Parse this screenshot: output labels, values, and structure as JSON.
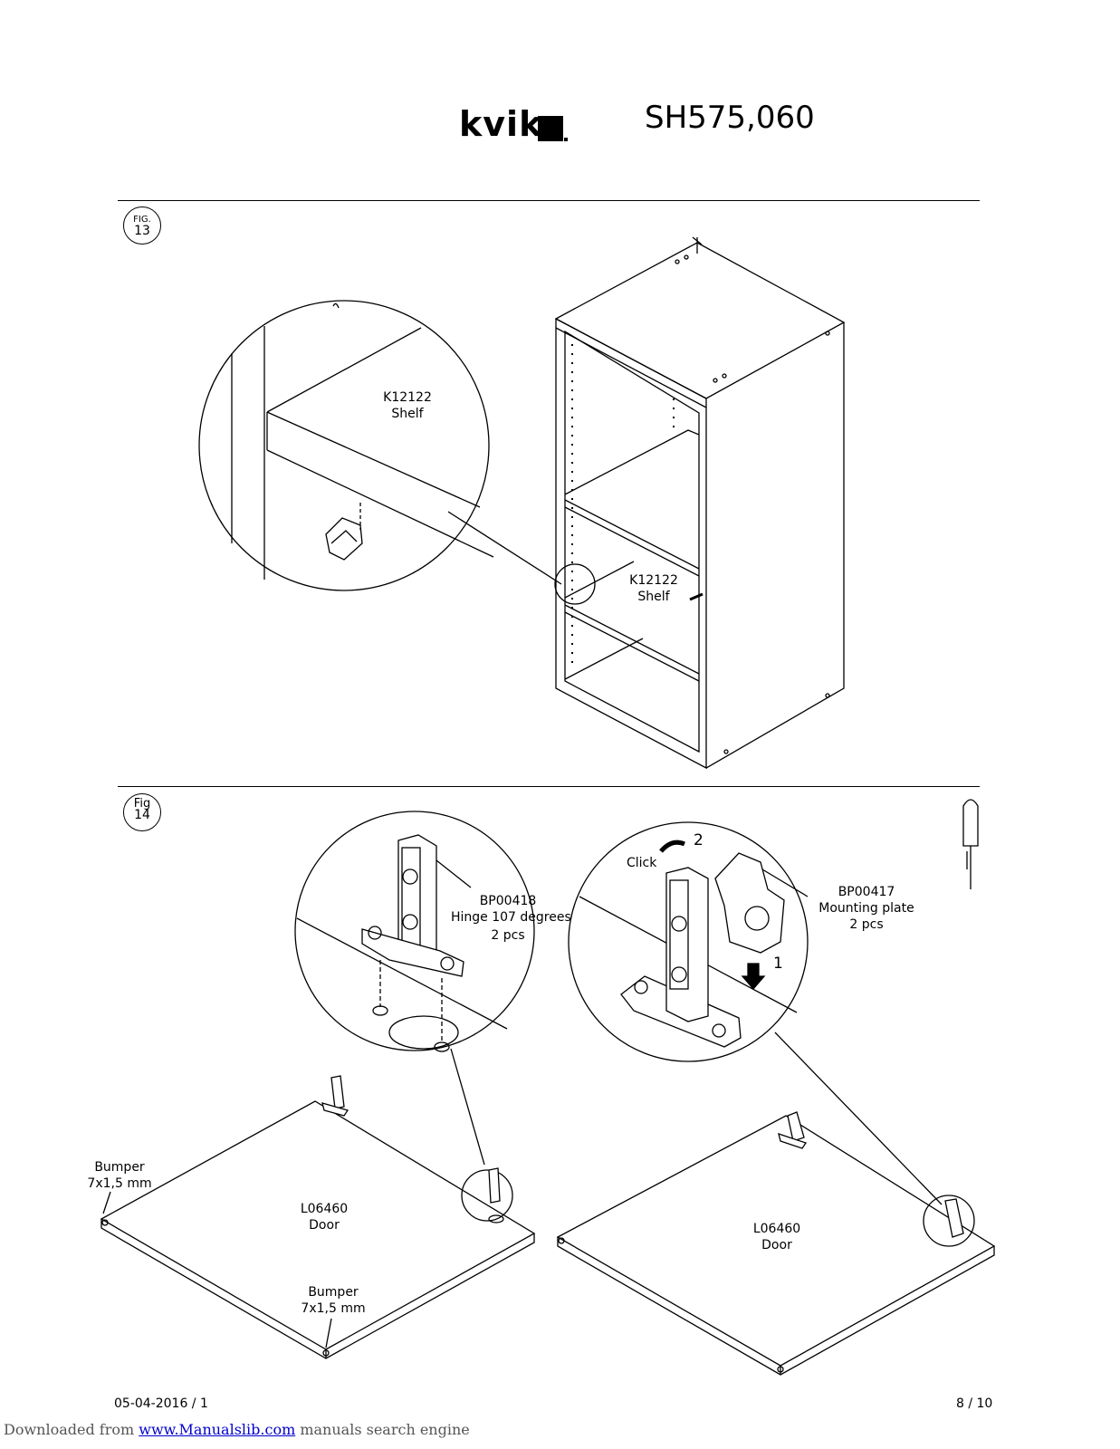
{
  "header": {
    "brand": "kvik",
    "model": "SH575,060"
  },
  "fig13": {
    "badge_top": "FIG.",
    "badge_num": "13",
    "detail_part": "K12122",
    "detail_name": "Shelf",
    "cabinet_part": "K12122",
    "cabinet_name": "Shelf"
  },
  "fig14": {
    "badge_top": "Fig",
    "badge_num": "14",
    "hinge_part": "BP00418",
    "hinge_desc": "Hinge 107 degrees",
    "hinge_qty": "2 pcs",
    "plate_part": "BP00417",
    "plate_desc": "Mounting plate",
    "plate_qty": "2 pcs",
    "click": "Click",
    "step2": "2",
    "step1": "1",
    "bumper_label": "Bumper",
    "bumper_size": "7x1,5 mm",
    "bumper2_label": "Bumper",
    "bumper2_size": "7x1,5 mm",
    "door_left_part": "L06460",
    "door_left_name": "Door",
    "door_right_part": "L06460",
    "door_right_name": "Door"
  },
  "footer": {
    "date": "05-04-2016 / 1",
    "page": "8  / 10",
    "credit_prefix": "Downloaded from ",
    "credit_link": "www.Manualslib.com",
    "credit_suffix": " manuals search engine"
  }
}
